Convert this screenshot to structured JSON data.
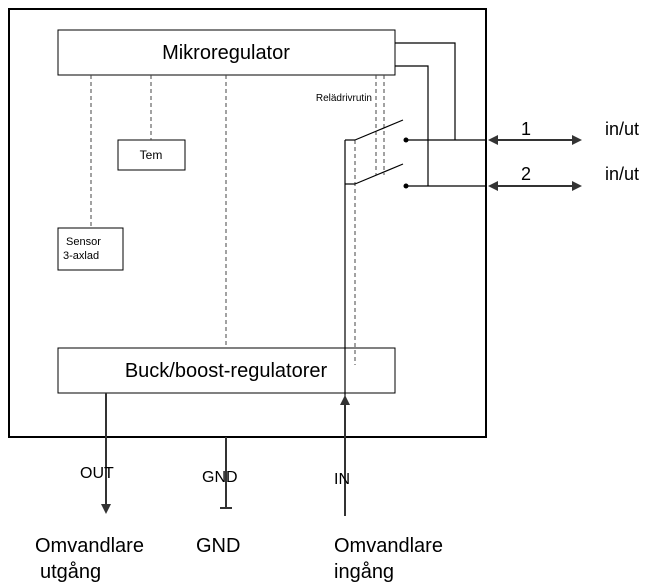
{
  "blocks": {
    "micro": "Mikroregulator",
    "tem": "Tem",
    "sensor_line1": "Sensor",
    "sensor_line2": "3-axlad",
    "buck": "Buck/boost-regulatorer",
    "relay": "Relädrivrutin"
  },
  "ports": {
    "p1_num": "1",
    "p1_dir": "in/ut",
    "p2_num": "2",
    "p2_dir": "in/ut"
  },
  "pins": {
    "out": "OUT",
    "gnd": "GND",
    "in": "IN"
  },
  "captions": {
    "out_line1": "Omvandlare",
    "out_line2": "utgång",
    "gnd": "GND",
    "in_line1": "Omvandlare",
    "in_line2": "ingång"
  }
}
